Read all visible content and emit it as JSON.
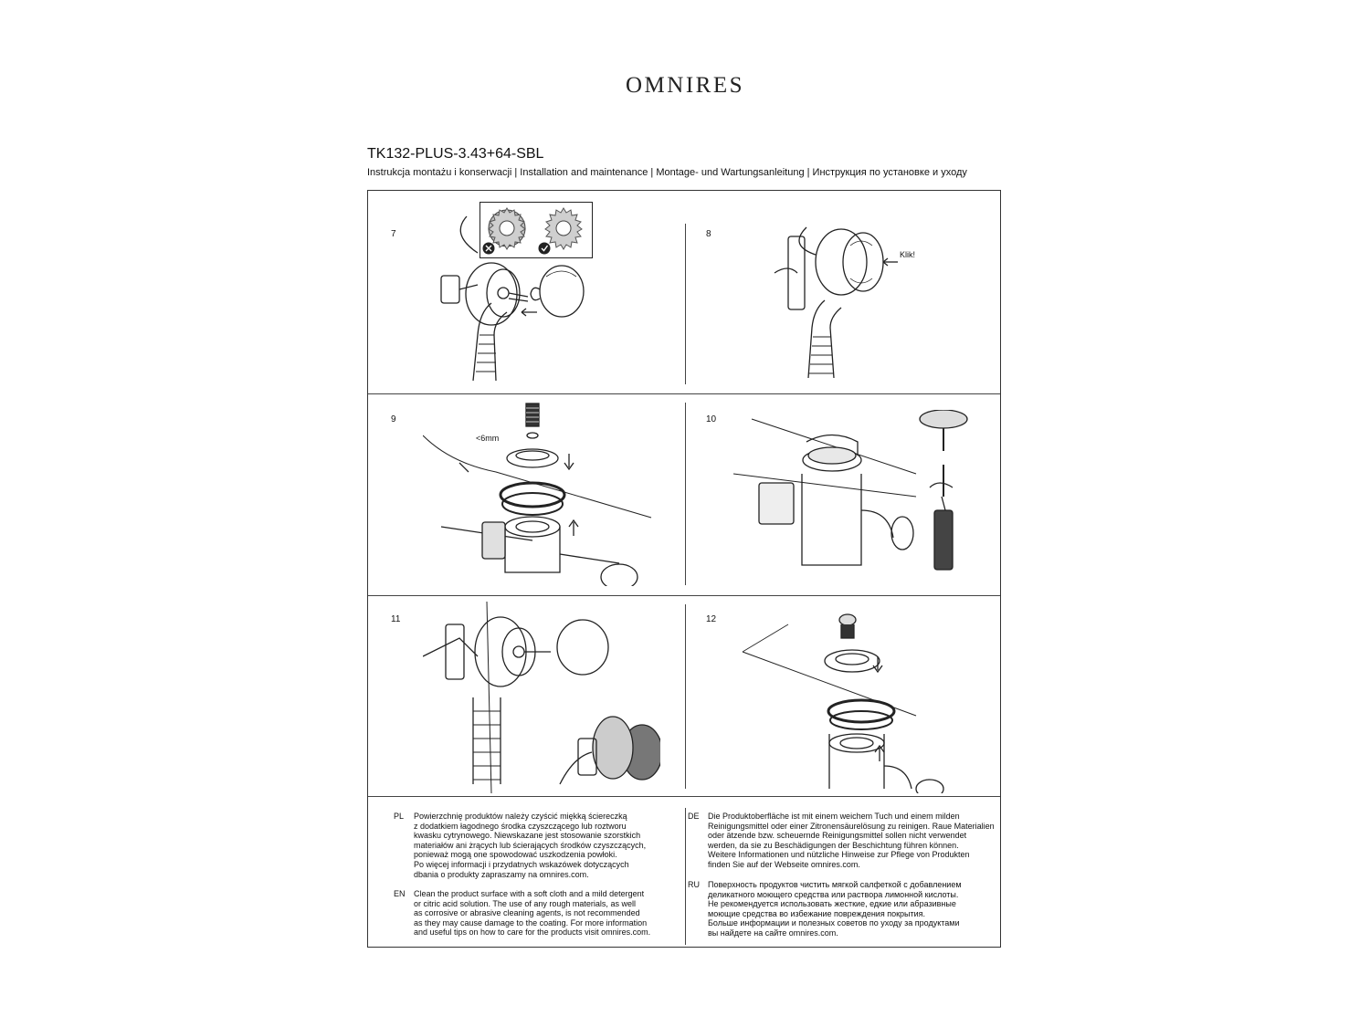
{
  "header": {
    "brand": "OMNIRES",
    "model": "TK132-PLUS-3.43+64-SBL",
    "subtitle": "Instrukcja montażu i konserwacji | Installation and maintenance | Montage- und Wartungsanleitung | Инструкция по установке и уходу"
  },
  "steps": [
    {
      "number": "7"
    },
    {
      "number": "8",
      "label": "Klik!"
    },
    {
      "number": "9",
      "label": "<6mm"
    },
    {
      "number": "10"
    },
    {
      "number": "11"
    },
    {
      "number": "12"
    }
  ],
  "care": {
    "pl": {
      "code": "PL",
      "lines": [
        "Powierzchnię produktów należy czyścić miękką ściereczką",
        "z dodatkiem łagodnego środka czyszczącego lub roztworu",
        "kwasku cytrynowego. Niewskazane jest stosowanie szorstkich",
        "materiałów ani żrących lub ścierających środków czyszczących,",
        "ponieważ mogą one spowodować uszkodzenia powłoki.",
        "Po więcej informacji i przydatnych wskazówek dotyczących",
        "dbania o produkty zapraszamy na omnires.com."
      ]
    },
    "en": {
      "code": "EN",
      "lines": [
        "Clean the product surface with a soft cloth and a mild detergent",
        "or citric acid solution. The use of any rough materials, as well",
        "as corrosive or abrasive cleaning agents, is not recommended",
        "as they may cause damage to the coating. For more information",
        "and useful tips on how to care for the products visit omnires.com."
      ]
    },
    "de": {
      "code": "DE",
      "lines": [
        "Die Produktoberfläche ist mit einem weichem Tuch und einem milden",
        "Reinigungsmittel oder einer Zitronensäurelösung zu reinigen. Raue Materialien",
        "oder ätzende bzw. scheuernde Reinigungsmittel sollen nicht verwendet",
        "werden, da sie zu Beschädigungen der Beschichtung führen können.",
        "Weitere Informationen und nützliche Hinweise zur Pflege von Produkten",
        "finden Sie auf der Webseite omnires.com."
      ]
    },
    "ru": {
      "code": "RU",
      "lines": [
        "Поверхность продуктов чистить мягкой салфеткой с добавлением",
        "деликатного моющего средства или раствора лимонной кислоты.",
        "Не рекомендуется использовать жесткие, едкие или абразивные",
        "моющие средства во избежание повреждения покрытия.",
        "Больше информации и полезных советов по уходу за продуктами",
        "вы найдете на сайте omnires.com."
      ]
    }
  },
  "icons": {
    "wrong": "cross-badge-icon",
    "right": "check-badge-icon"
  }
}
